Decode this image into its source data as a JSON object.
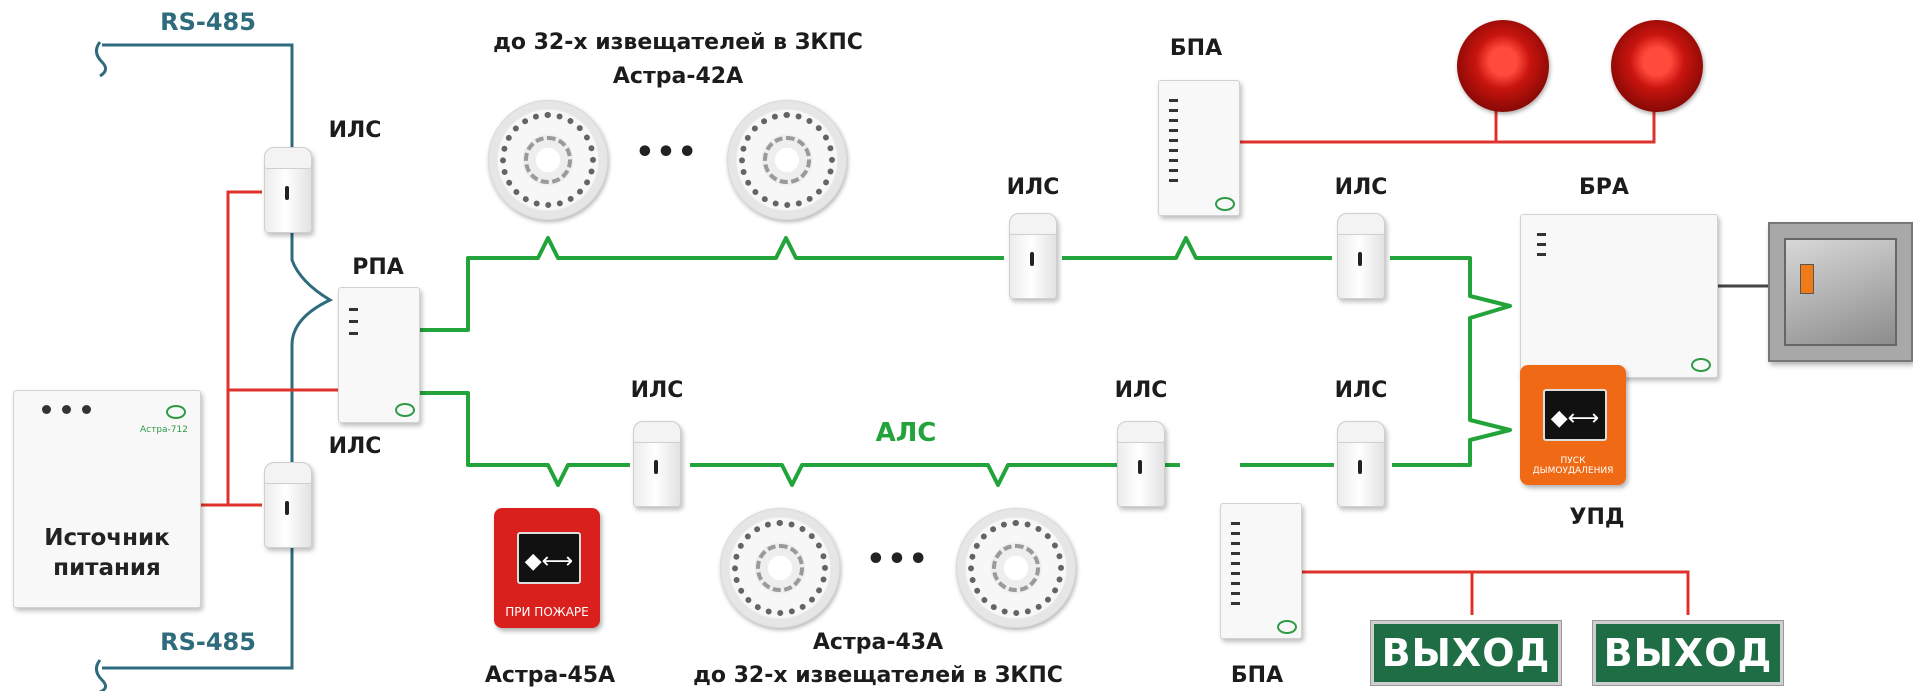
{
  "labels": {
    "rs485_top": "RS-485",
    "rs485_bottom": "RS-485",
    "ils_top_left": "ИЛС",
    "ils_bottom_left": "ИЛС",
    "rpa": "РПА",
    "detectors_top_caption": "до 32-х извещателей в ЗКПС",
    "detectors_top_model": "Астра-42А",
    "ils_top_mid": "ИЛС",
    "bpa_top": "БПА",
    "ils_top_right": "ИЛС",
    "bra": "БРА",
    "ils_bottom_1": "ИЛС",
    "als": "АЛС",
    "ils_bottom_2": "ИЛС",
    "ils_bottom_3": "ИЛС",
    "upd": "УПД",
    "detectors_bottom_model": "Астра-43А",
    "detectors_bottom_caption": "до 32-х извещателей в ЗКПС",
    "astra45": "Астра-45А",
    "bpa_bottom": "БПА",
    "ellipsis": "•••"
  },
  "power_source": {
    "title_line1": "Источник",
    "title_line2": "питания",
    "model": "Астра-712"
  },
  "mcp_red": {
    "caption": "ПРИ ПОЖАРЕ",
    "window": "◆⟷"
  },
  "mcp_orange": {
    "caption": "ПУСК ДЫМОУДАЛЕНИЯ",
    "window": "◆⟷"
  },
  "exit_signs": [
    "ВЫХОД",
    "ВЫХОД"
  ],
  "colors": {
    "als_line": "#23a43a",
    "power_line": "#e0322d",
    "rs485_line": "#2e6b7c",
    "exit_sign": "#1e6d45"
  }
}
